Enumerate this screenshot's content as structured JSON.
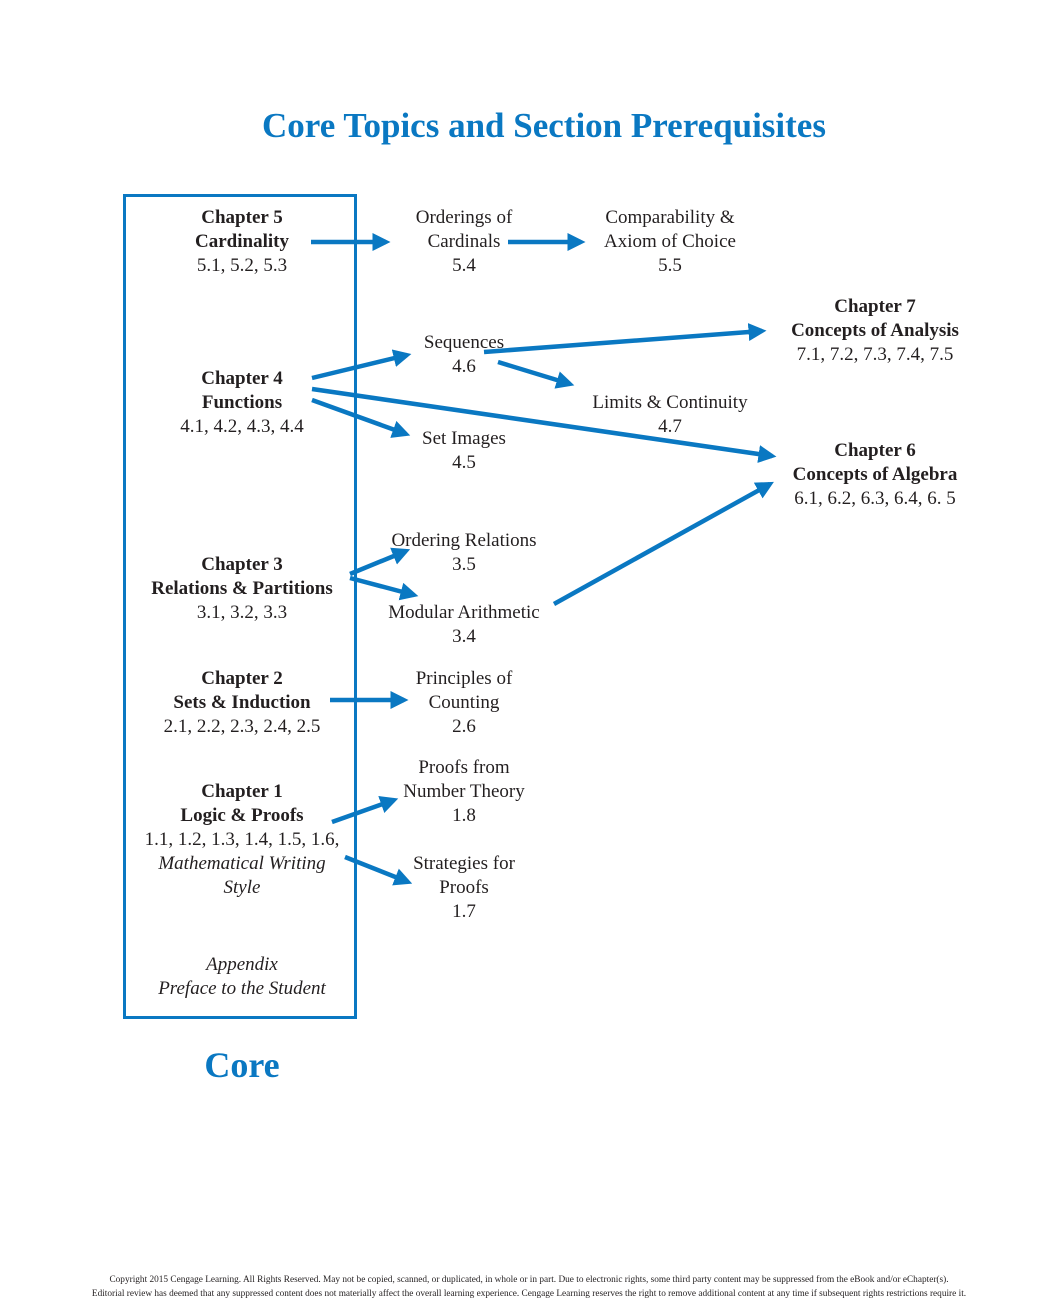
{
  "title": "Core Topics and Section Prerequisites",
  "core_label": "Core",
  "core": {
    "ch5": {
      "chapter": "Chapter 5",
      "name": "Cardinality",
      "sections": "5.1, 5.2, 5.3"
    },
    "ch4": {
      "chapter": "Chapter 4",
      "name": "Functions",
      "sections": "4.1, 4.2, 4.3, 4.4"
    },
    "ch3": {
      "chapter": "Chapter 3",
      "name": "Relations & Partitions",
      "sections": "3.1, 3.2, 3.3"
    },
    "ch2": {
      "chapter": "Chapter 2",
      "name": "Sets & Induction",
      "sections": "2.1, 2.2, 2.3, 2.4, 2.5"
    },
    "ch1": {
      "chapter": "Chapter 1",
      "name": "Logic & Proofs",
      "sections": "1.1, 1.2, 1.3, 1.4, 1.5, 1.6,",
      "extra1": "Mathematical Writing",
      "extra2": "Style"
    },
    "appendix": {
      "line1": "Appendix",
      "line2": "Preface to the Student"
    }
  },
  "topics": {
    "orderings": {
      "line1": "Orderings of",
      "line2": "Cardinals",
      "section": "5.4"
    },
    "comparability": {
      "line1": "Comparability &",
      "line2": "Axiom of Choice",
      "section": "5.5"
    },
    "sequences": {
      "line1": "Sequences",
      "section": "4.6"
    },
    "limits": {
      "line1": "Limits & Continuity",
      "section": "4.7"
    },
    "set_images": {
      "line1": "Set Images",
      "section": "4.5"
    },
    "ordering_relations": {
      "line1": "Ordering Relations",
      "section": "3.5"
    },
    "modular": {
      "line1": "Modular Arithmetic",
      "section": "3.4"
    },
    "counting": {
      "line1": "Principles of",
      "line2": "Counting",
      "section": "2.6"
    },
    "number_theory": {
      "line1": "Proofs from",
      "line2": "Number Theory",
      "section": "1.8"
    },
    "strategies": {
      "line1": "Strategies for",
      "line2": "Proofs",
      "section": "1.7"
    }
  },
  "advanced": {
    "ch7": {
      "chapter": "Chapter 7",
      "name": "Concepts of Analysis",
      "sections": "7.1, 7.2, 7.3, 7.4, 7.5"
    },
    "ch6": {
      "chapter": "Chapter 6",
      "name": "Concepts of Algebra",
      "sections": "6.1, 6.2, 6.3, 6.4, 6. 5"
    }
  },
  "arrow_color": "#0a78c2",
  "footer": {
    "line1": "Copyright 2015 Cengage Learning. All Rights Reserved. May not be copied, scanned, or duplicated, in whole or in part. Due to electronic rights, some third party content may be suppressed from the eBook and/or eChapter(s).",
    "line2": "Editorial review has deemed that any suppressed content does not materially affect the overall learning experience. Cengage Learning reserves the right to remove additional content at any time if subsequent rights restrictions require it."
  }
}
